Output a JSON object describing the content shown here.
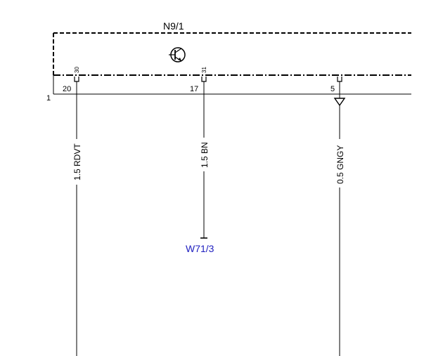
{
  "module": {
    "label": "N9/1"
  },
  "row_marker": "1",
  "pins": [
    {
      "terminal": "30",
      "pin": "20",
      "wire": "1.5 RDVT"
    },
    {
      "terminal": "31",
      "pin": "17",
      "wire": "1.5 BN"
    },
    {
      "terminal": "",
      "pin": "5",
      "wire": "0.5 GNGY"
    }
  ],
  "ground_point": {
    "label": "W71/3",
    "color": "#2020c0"
  },
  "colors": {
    "line": "#000000",
    "text": "#000000"
  },
  "icons": {
    "transistor": "transistor-icon",
    "ground": "ground-triangle-icon"
  }
}
